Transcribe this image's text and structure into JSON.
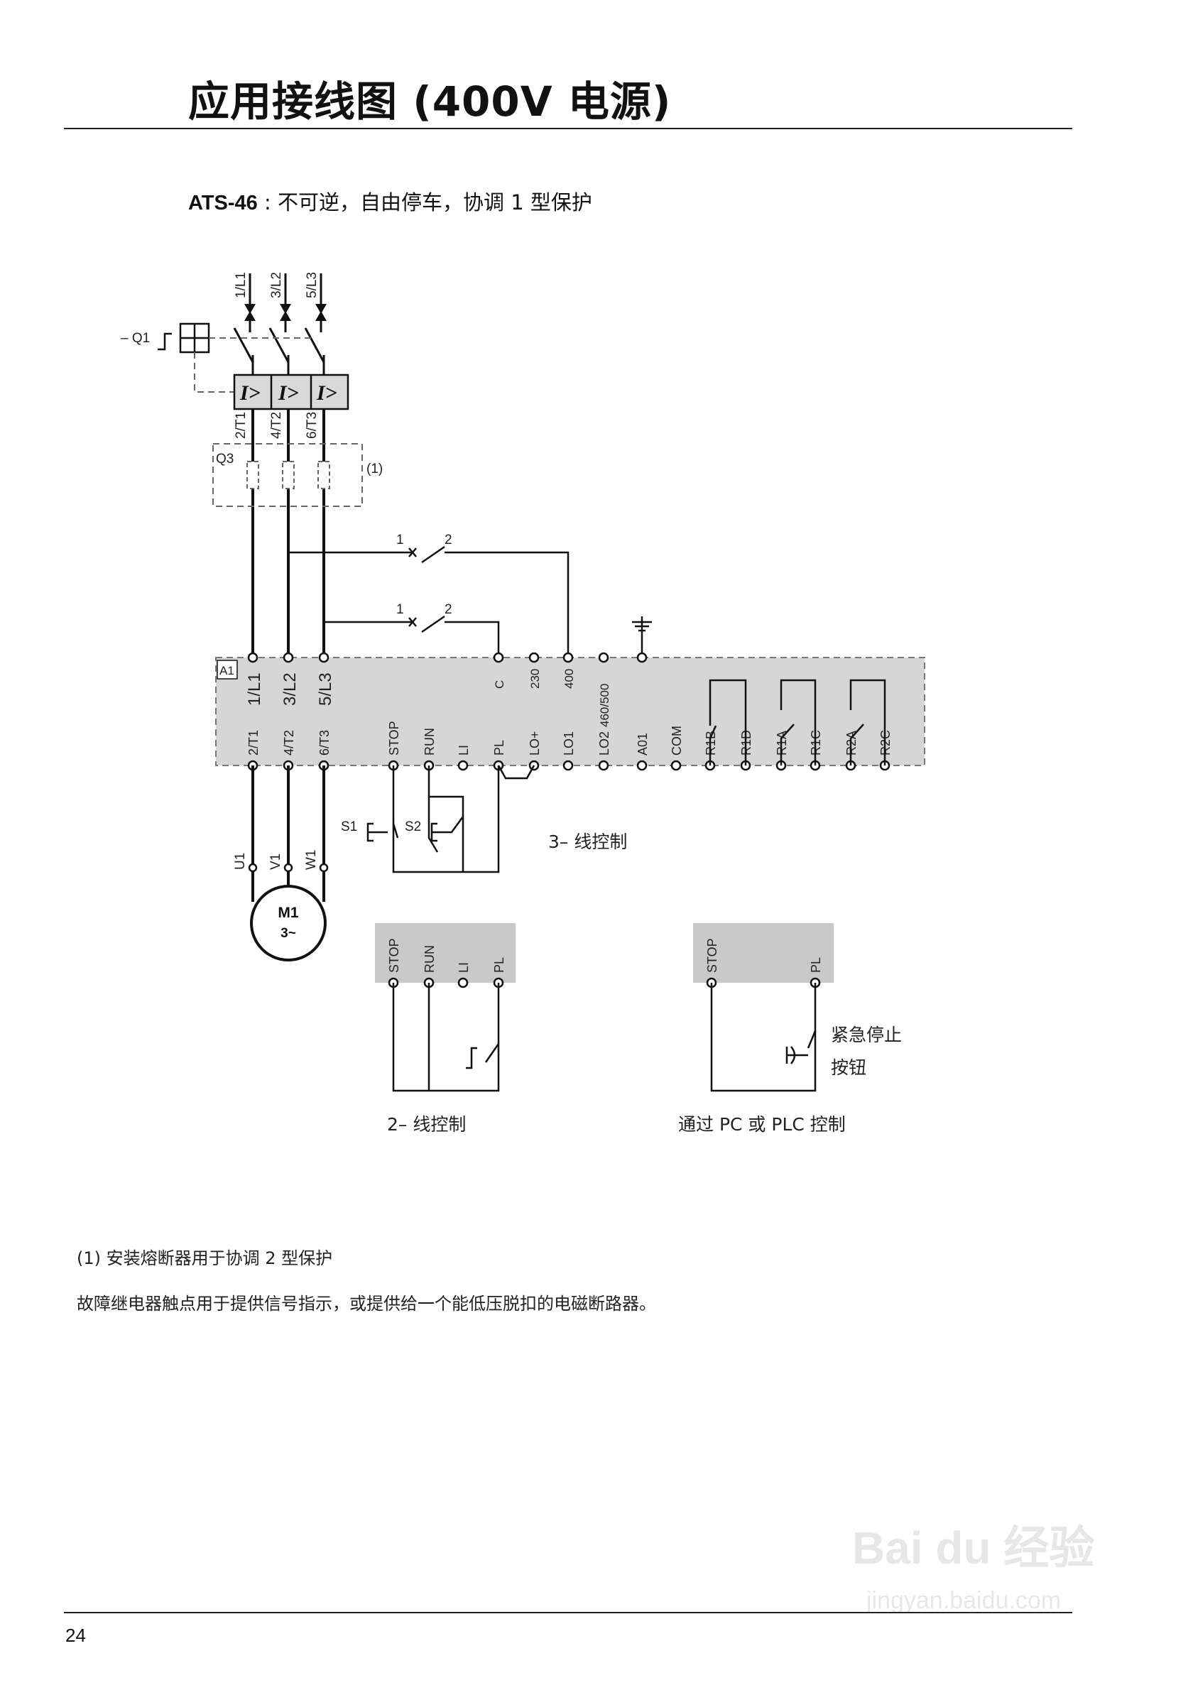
{
  "title": "应用接线图 (400V 电源)",
  "subtitle": {
    "model": "ATS-46",
    "description": " : 不可逆，自由停车，协调 1 型保护"
  },
  "diagram": {
    "supply_labels": [
      "1/L1",
      "3/L2",
      "5/L3"
    ],
    "breaker_label": "– Q1",
    "trip_symbol": "I>",
    "breaker_out_labels": [
      "2/T1",
      "4/T2",
      "6/T3"
    ],
    "fuse_label": "Q3",
    "fuse_note": "(1)",
    "contact_pins": [
      "1",
      "2"
    ],
    "device_label": "A1",
    "top_terminals": [
      "1/L1",
      "3/L2",
      "5/L3",
      "C",
      "230",
      "400",
      "460/500"
    ],
    "bottom_terminals": [
      "2/T1",
      "4/T2",
      "6/T3",
      "STOP",
      "RUN",
      "LI",
      "PL",
      "LO+",
      "LO1",
      "LO2",
      "A01",
      "COM",
      "R1B",
      "R1D",
      "R1A",
      "R1C",
      "R2A",
      "R2C"
    ],
    "switch_labels": [
      "S1",
      "S2"
    ],
    "three_wire_caption": "3– 线控制",
    "motor_labels": [
      "U1",
      "V1",
      "W1"
    ],
    "motor_name": "M1",
    "motor_phase": "3~",
    "two_wire_terminals": [
      "STOP",
      "RUN",
      "LI",
      "PL"
    ],
    "two_wire_caption": "2– 线控制",
    "plc_terminals": [
      "STOP",
      "PL"
    ],
    "estop_label_1": "紧急停止",
    "estop_label_2": "按钮",
    "plc_caption": "通过 PC 或 PLC 控制"
  },
  "notes": [
    "(1) 安装熔断器用于协调 2 型保护",
    "故障继电器触点用于提供信号指示，或提供给一个能低压脱扣的电磁断路器。"
  ],
  "page_number": "24",
  "watermark": {
    "brand": "Bai du 经验",
    "url": "jingyan.baidu.com"
  }
}
